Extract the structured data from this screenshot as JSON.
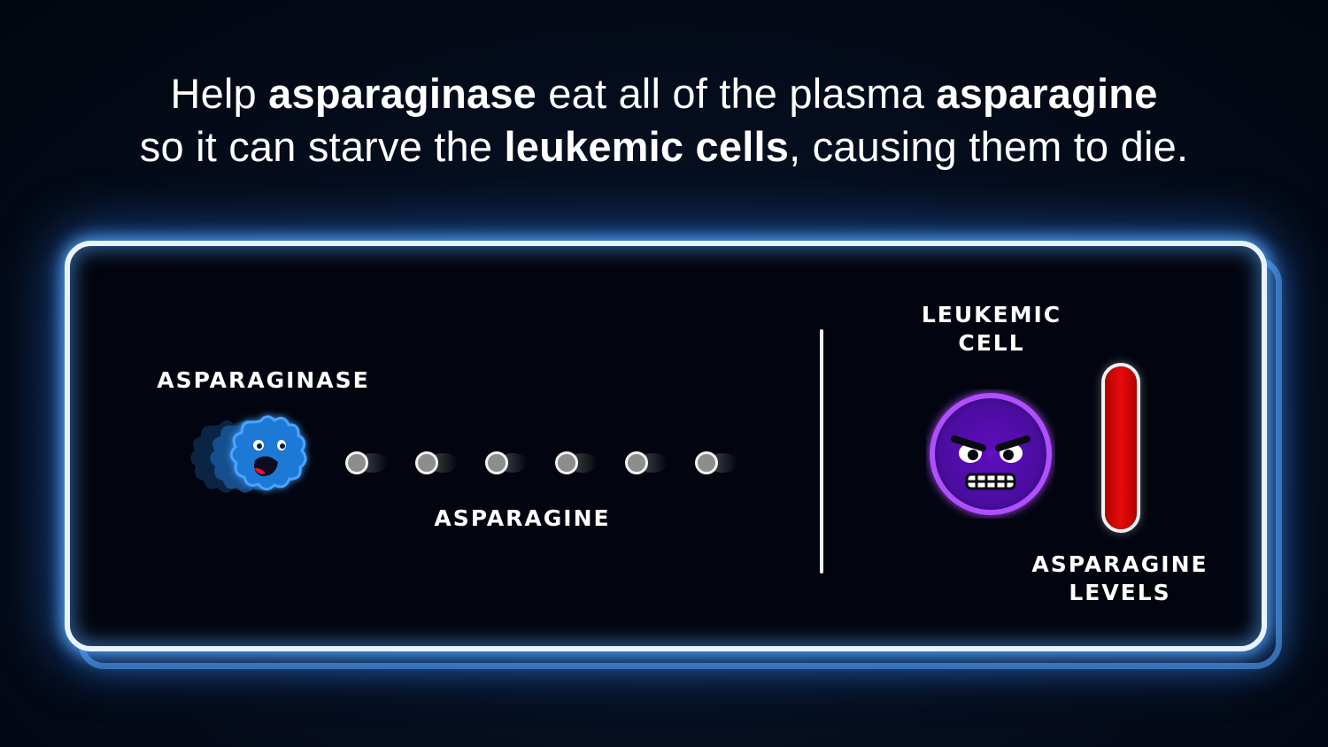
{
  "instruction": {
    "line1": {
      "p1": "Help ",
      "b1": "asparaginase",
      "p2": " eat all of the plasma ",
      "b2": "asparagine"
    },
    "line2": {
      "p1": "so it can starve the ",
      "b1": "leukemic cells",
      "p2": ", causing them to die."
    }
  },
  "labels": {
    "asparaginase": "ASPARAGINASE",
    "asparagine": "ASPARAGINE",
    "leukemic_line1": "LEUKEMIC",
    "leukemic_line2": "CELL",
    "levels_line1": "ASPARAGINE",
    "levels_line2": "LEVELS"
  },
  "game": {
    "asparagine_dots": 6,
    "asparagine_level_percent": 100
  },
  "colors": {
    "enemy_blue": "#1f7ad6",
    "cell_purple": "#5a12b5",
    "cell_glow": "#a040ff",
    "gauge_red": "#e60b0b",
    "frame_glow": "#5aaaff"
  },
  "icons": {
    "enemy": "asparaginase-blob-icon",
    "cell": "angry-leukemic-cell-icon",
    "dot": "asparagine-molecule-icon"
  }
}
